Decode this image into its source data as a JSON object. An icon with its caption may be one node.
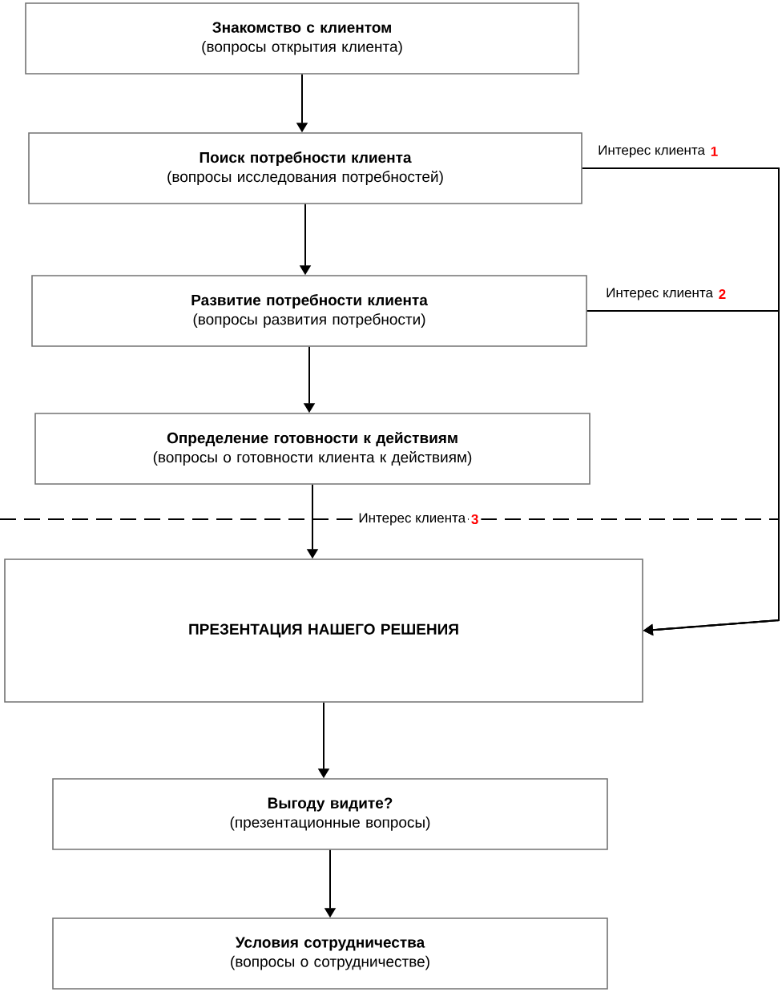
{
  "diagram": {
    "nodes": [
      {
        "text": [
          "Знакомство с клиентом",
          "(вопросы открытия клиента)"
        ]
      },
      {
        "text": [
          "Поиск потребности клиента",
          "(вопросы исследования потребностей)"
        ]
      },
      {
        "text": [
          "Развитие потребности клиента",
          "(вопросы развития потребности)"
        ]
      },
      {
        "text": [
          "Определение готовности к действиям",
          "(вопросы о готовности клиента к действиям)"
        ]
      },
      {
        "text": [
          "ПРЕЗЕНТАЦИЯ НАШЕГО РЕШЕНИЯ"
        ]
      },
      {
        "text": [
          "Выгоду видите?",
          "(презентационные вопросы)"
        ]
      },
      {
        "text": [
          "Условия сотрудничества",
          "(вопросы о сотрудничестве)"
        ]
      }
    ],
    "edges": [
      {
        "from": 0,
        "to": 1,
        "arrow": "to"
      },
      {
        "from": 1,
        "to": 2,
        "arrow": "to"
      },
      {
        "from": 2,
        "to": 3,
        "arrow": "to"
      },
      {
        "from": 3,
        "to": 4,
        "arrow": "to"
      },
      {
        "from": 4,
        "to": 5,
        "arrow": "to"
      },
      {
        "from": 5,
        "to": 6,
        "arrow": "to"
      },
      {
        "from": 1,
        "to": 4,
        "arrow": "to",
        "label": "Интерес клиента"
      },
      {
        "from": 2,
        "to": 4,
        "arrow": "to",
        "label": "Интерес клиента"
      },
      {
        "from": null,
        "to": 4,
        "arrow": "to",
        "style": "dashed",
        "label": "Интерес клиента"
      }
    ],
    "labels": [
      "1",
      "2",
      "3"
    ]
  }
}
